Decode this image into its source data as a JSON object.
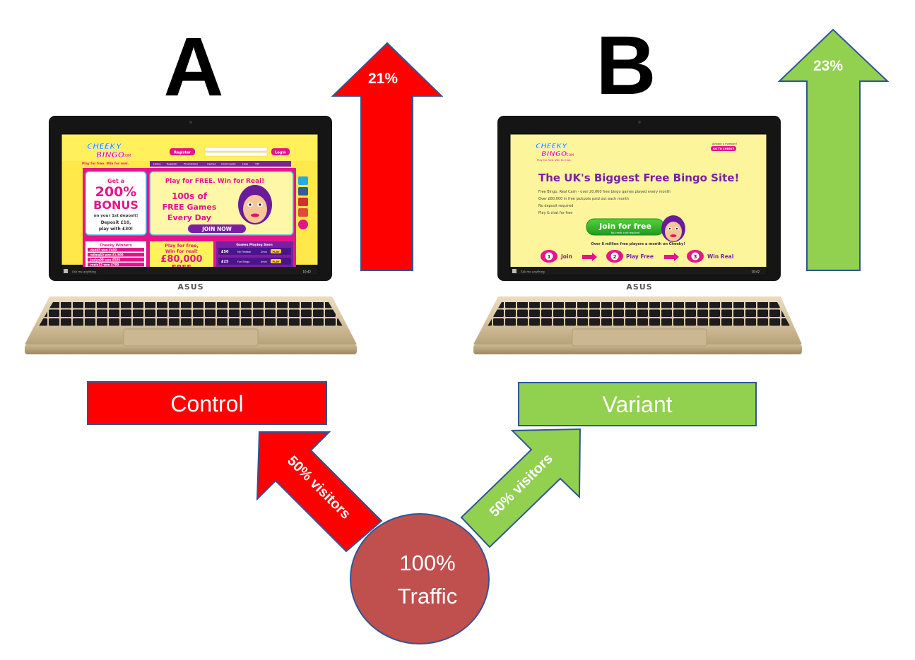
{
  "labels": {
    "a": "A",
    "b": "B",
    "control": "Control",
    "variant": "Variant",
    "traffic_pct": "100%",
    "traffic_word": "Traffic",
    "split_left": "50% visitors",
    "split_right": "50% visitors",
    "rate_a": "21%",
    "rate_b": "23%"
  },
  "laptop": {
    "brand": "ASUS",
    "taskbar_search": "Ask me anything",
    "clock": "10:42"
  },
  "screen_a": {
    "logo_line1": "CHEEKY",
    "logo_line2": "BINGO",
    "logo_suffix": ".COM",
    "tagline": "Play for free. Win for real.",
    "register": "Register",
    "login": "Login",
    "nav": [
      "Home",
      "Register",
      "Promotions",
      "Games",
      "Community",
      "Help",
      "VIP"
    ],
    "bonus_get": "Get a",
    "bonus_pct": "200%",
    "bonus_word": "BONUS",
    "bonus_sub": "on your 1st deposit!",
    "bonus_deposit": "Deposit £10,",
    "bonus_play": "play with £30!",
    "headline": "Play for FREE. Win for Real!",
    "free_line1": "100s of",
    "free_line2": "FREE Games",
    "free_line3": "Every Day",
    "join": "JOIN NOW",
    "winners_title": "Cheeky Winners",
    "winners": [
      "deb65 won £400",
      "wilma60 won £1,500",
      "jazlyn99 won £500",
      "roxie12 won £700"
    ],
    "win_text1": "Play for free,",
    "win_text2": "Win for real!",
    "win_amount": "£80,000",
    "win_free": "FREE",
    "games_title": "Games Playing Soon",
    "games": [
      {
        "prize": "£50",
        "name": "My Freebie",
        "time": "2min",
        "play": "PLAY"
      },
      {
        "prize": "£25",
        "name": "Fun Bingo",
        "time": "4min",
        "play": "PLAY"
      }
    ]
  },
  "screen_b": {
    "logo_line1": "CHEEKY",
    "logo_line2": "BINGO",
    "logo_suffix": ".COM",
    "tagline": "Play for free. Win for real.",
    "member": "Already a member?",
    "goto": "GO TO CHEEKY",
    "headline": "The UK's Biggest Free Bingo Site!",
    "bullets": [
      "Free Bingo, Real Cash - over 20,000 free bingo games played every month",
      "Over £80,000 in free jackpots paid out each month",
      "No deposit required",
      "Play & chat for free"
    ],
    "join": "Join for free",
    "join_sub": "No credit card required",
    "players": "Over 8 million free players a month on Cheeky!",
    "steps": [
      {
        "num": "1",
        "label": "Join"
      },
      {
        "num": "2",
        "label": "Play Free"
      },
      {
        "num": "3",
        "label": "Win Real"
      }
    ]
  },
  "colors": {
    "red": "#ff0000",
    "green": "#92d050",
    "circle": "#c0504d",
    "border": "#2f5597"
  }
}
